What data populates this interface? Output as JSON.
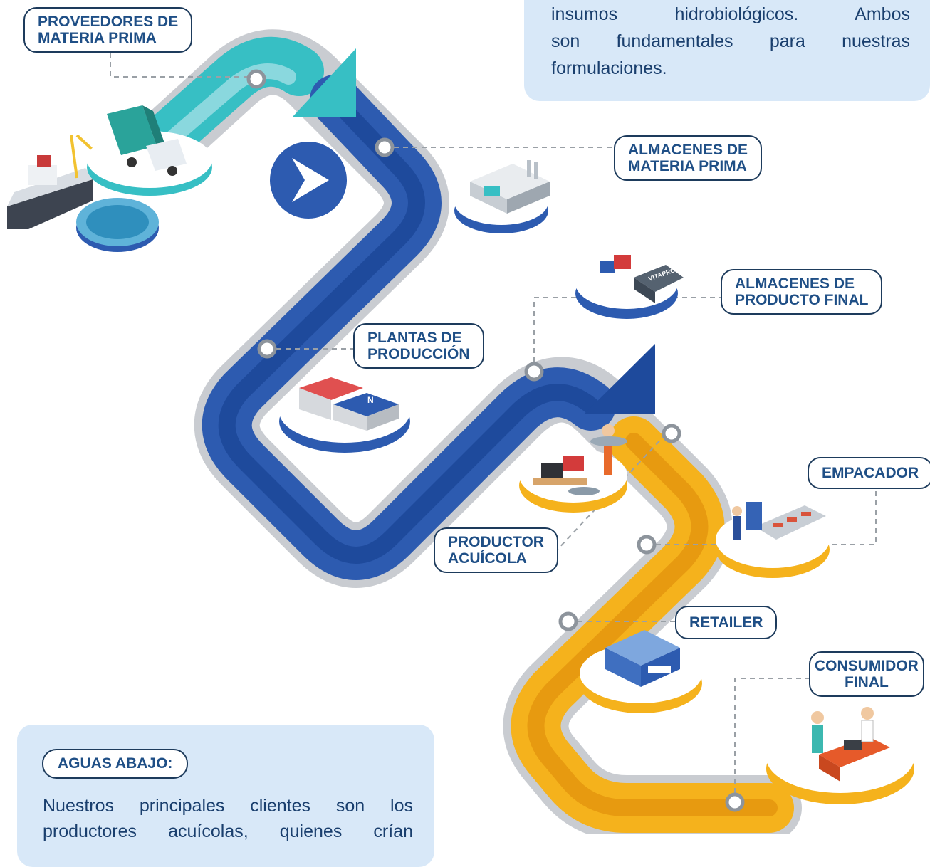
{
  "top_box": {
    "lines": [
      "insumos hidrobiológicos. Ambos",
      "son fundamentales para nuestras",
      "formulaciones."
    ]
  },
  "bottom_box": {
    "heading": "AGUAS ABAJO:",
    "lines": [
      "Nuestros principales clientes son los",
      "productores acuícolas, quienes crían"
    ]
  },
  "stages": {
    "proveedores": [
      "PROVEEDORES DE",
      "MATERIA PRIMA"
    ],
    "almacenes_mp": [
      "ALMACENES DE",
      "MATERIA PRIMA"
    ],
    "almacenes_pf": [
      "ALMACENES DE",
      "PRODUCTO FINAL"
    ],
    "plantas": [
      "PLANTAS DE",
      "PRODUCCIÓN"
    ],
    "empacador": [
      "EMPACADOR"
    ],
    "productor": [
      "PRODUCTOR",
      "ACUÍCOLA"
    ],
    "retailer": [
      "RETAILER"
    ],
    "consumidor": [
      "CONSUMIDOR",
      "FINAL"
    ]
  },
  "illustration_text": {
    "warehouse_brand": "VITAPRO",
    "plant_logo": "N"
  },
  "colors": {
    "path_teal": "#37bfc4",
    "path_blue": "#2d5bb0",
    "path_blue_dark": "#1e4a9c",
    "path_yellow": "#f5b21c",
    "path_shadow": "#c9ccd1",
    "label_border": "#1d3b5c",
    "label_text": "#1f4f86",
    "info_bg": "#d8e8f8"
  },
  "icons": [
    "arrow-logo-icon",
    "truck-icon",
    "boat-icon",
    "fish-pen-icon",
    "factory-icon",
    "warehouse-icon",
    "plant-icon",
    "fish-crates-icon",
    "packer-icon",
    "store-icon",
    "shop-counter-icon"
  ]
}
